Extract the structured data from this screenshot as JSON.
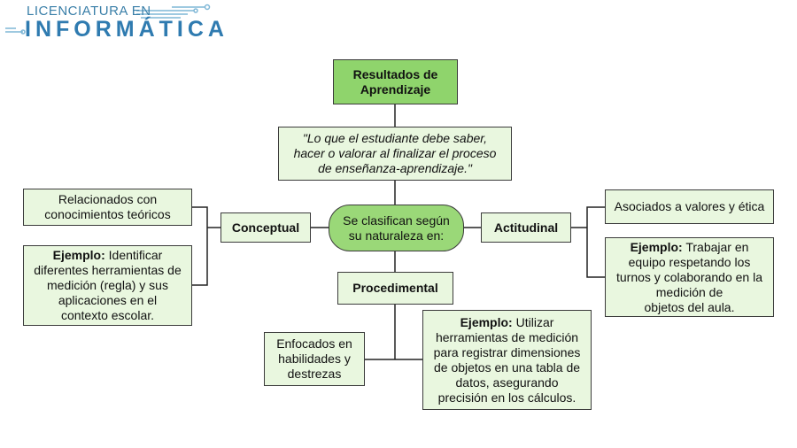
{
  "logo": {
    "line1": "LICENCIATURA EN",
    "line2": "INFORMÁTICA"
  },
  "colors": {
    "node_fill": "#e9f7df",
    "title_fill": "#8fd46c",
    "center_fill": "#9ad878",
    "border": "#3b3b3b",
    "logo_blue": "#2f7bb0"
  },
  "diagram": {
    "title": "Resultados de\nAprendizaje",
    "definition": "\"Lo que el estudiante debe saber,\nhacer o valorar al finalizar el proceso\nde enseñanza-aprendizaje.\"",
    "center": "Se clasifican según\nsu naturaleza en:",
    "conceptual": {
      "label": "Conceptual",
      "related": "Relacionados con\nconocimientos teóricos",
      "example_label": "Ejemplo:",
      "example_text": " Identificar\ndiferentes herramientas de\nmedición (regla) y sus\naplicaciones en el\ncontexto escolar."
    },
    "actitudinal": {
      "label": "Actitudinal",
      "related": "Asociados a valores y ética",
      "example_label": "Ejemplo:",
      "example_text": " Trabajar en\nequipo respetando los\nturnos y colaborando en la\nmedición de\nobjetos del aula."
    },
    "procedimental": {
      "label": "Procedimental",
      "related": "Enfocados en\nhabilidades y\ndestrezas",
      "example_label": "Ejemplo:",
      "example_text": " Utilizar\nherramientas de medición\npara registrar dimensiones\nde objetos en una tabla de\ndatos, asegurando\nprecisión en los cálculos."
    }
  }
}
